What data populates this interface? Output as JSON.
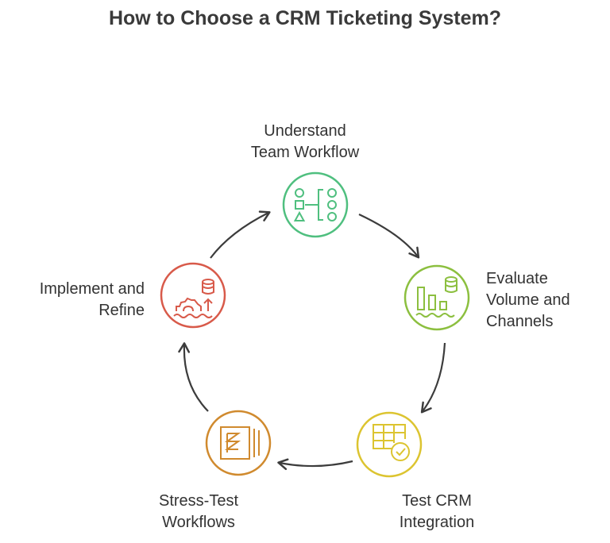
{
  "title": "How to Choose a CRM Ticketing System?",
  "steps": [
    {
      "lines": [
        "Understand",
        "Team Workflow"
      ],
      "color": "#4fbf7f",
      "icon": "workflow-shapes-icon"
    },
    {
      "lines": [
        "Evaluate",
        "Volume and",
        "Channels"
      ],
      "color": "#8cbf3f",
      "icon": "bar-chart-database-icon"
    },
    {
      "lines": [
        "Test CRM",
        "Integration"
      ],
      "color": "#dcc430",
      "icon": "table-check-icon"
    },
    {
      "lines": [
        "Stress-Test",
        "Workflows"
      ],
      "color": "#d08a2e",
      "icon": "document-stack-icon"
    },
    {
      "lines": [
        "Implement and",
        "Refine"
      ],
      "color": "#d85a4a",
      "icon": "gear-database-icon"
    }
  ],
  "colors": {
    "arrow": "#3c3c3c",
    "text": "#333333"
  }
}
